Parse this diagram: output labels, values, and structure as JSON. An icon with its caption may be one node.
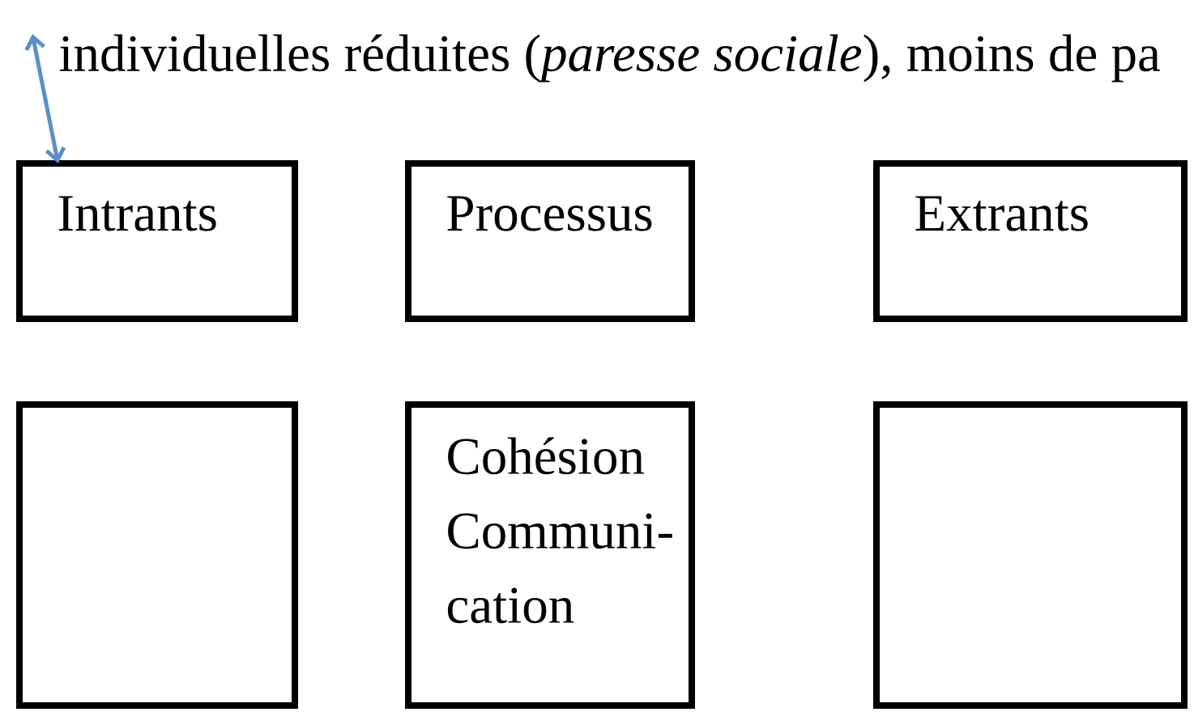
{
  "diagram": {
    "nodes": [
      {
        "text": [
          "individuelles réduites (*paresse sociale*), moins de pa"
        ]
      },
      {
        "text": [
          "Intrants"
        ]
      },
      {
        "text": [
          "Processus"
        ]
      },
      {
        "text": [
          "Extrants"
        ]
      },
      {
        "text": [],
        "shape": "box"
      },
      {
        "text": [
          "Cohésion Communi- cation"
        ]
      },
      {
        "text": [],
        "shape": "box"
      }
    ],
    "edges": [
      {
        "from": 0,
        "to": 1,
        "arrow": "both",
        "color": "#5b8fc9"
      }
    ]
  }
}
